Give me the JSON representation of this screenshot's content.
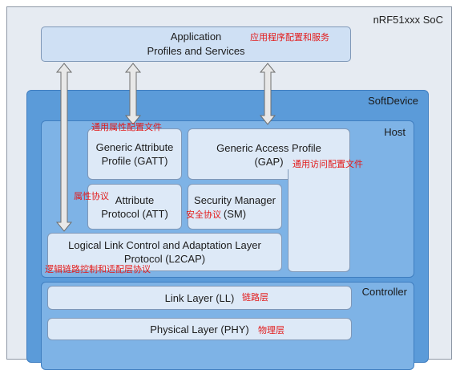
{
  "soc": {
    "label": "nRF51xxx SoC"
  },
  "application": {
    "line1": "Application",
    "line2": "Profiles and Services",
    "cn": "应用程序配置和服务"
  },
  "softdevice": {
    "label": "SoftDevice"
  },
  "host": {
    "label": "Host",
    "gatt": {
      "line1": "Generic Attribute",
      "line2": "Profile (GATT)",
      "cn": "通用属性配置文件"
    },
    "gap": {
      "line1": "Generic Access Profile",
      "line2": "(GAP)",
      "cn": "通用访问配置文件"
    },
    "att": {
      "line1": "Attribute",
      "line2": "Protocol (ATT)",
      "cn": "属性协议"
    },
    "sm": {
      "line1": "Security Manager",
      "line2": "(SM)",
      "cn": "安全协议"
    },
    "l2cap": {
      "line1": "Logical Link Control and Adaptation Layer",
      "line2": "Protocol (L2CAP)",
      "cn": "逻辑链路控制和适配层协议"
    }
  },
  "controller": {
    "label": "Controller",
    "ll": {
      "text": "Link Layer (LL)",
      "cn": "链路层"
    },
    "phy": {
      "text": "Physical Layer (PHY)",
      "cn": "物理层"
    }
  },
  "colors": {
    "soc_bg": "#e6ebf2",
    "softdevice_bg": "#5b9bd9",
    "host_bg": "#7eb3e6",
    "box_bg": "#dde9f7",
    "annotation": "#e31b1b"
  }
}
